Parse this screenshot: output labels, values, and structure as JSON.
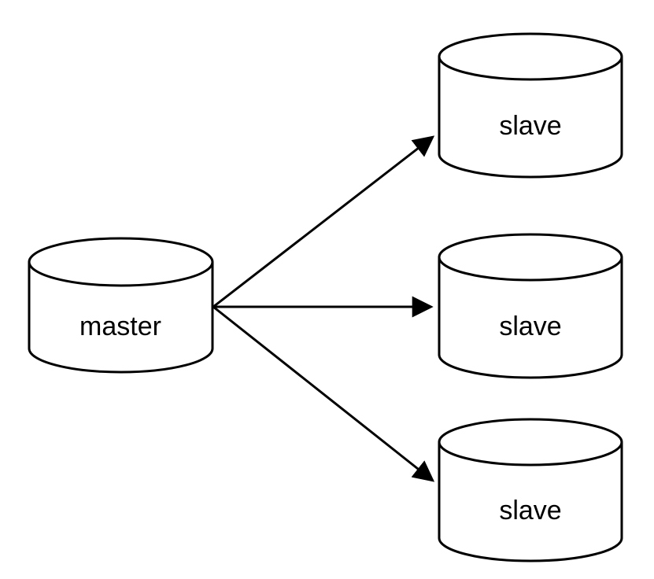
{
  "diagram": {
    "nodes": {
      "master": {
        "label": "master",
        "shape": "cylinder"
      },
      "slaves": [
        {
          "label": "slave",
          "shape": "cylinder"
        },
        {
          "label": "slave",
          "shape": "cylinder"
        },
        {
          "label": "slave",
          "shape": "cylinder"
        }
      ]
    },
    "edges": [
      {
        "from": "master",
        "to": "slave-1",
        "arrow": "filled-triangle"
      },
      {
        "from": "master",
        "to": "slave-2",
        "arrow": "filled-triangle"
      },
      {
        "from": "master",
        "to": "slave-3",
        "arrow": "filled-triangle"
      }
    ],
    "colors": {
      "background": "#ffffff",
      "node_fill": "#ffffff",
      "stroke": "#000000",
      "text": "#000000"
    }
  }
}
